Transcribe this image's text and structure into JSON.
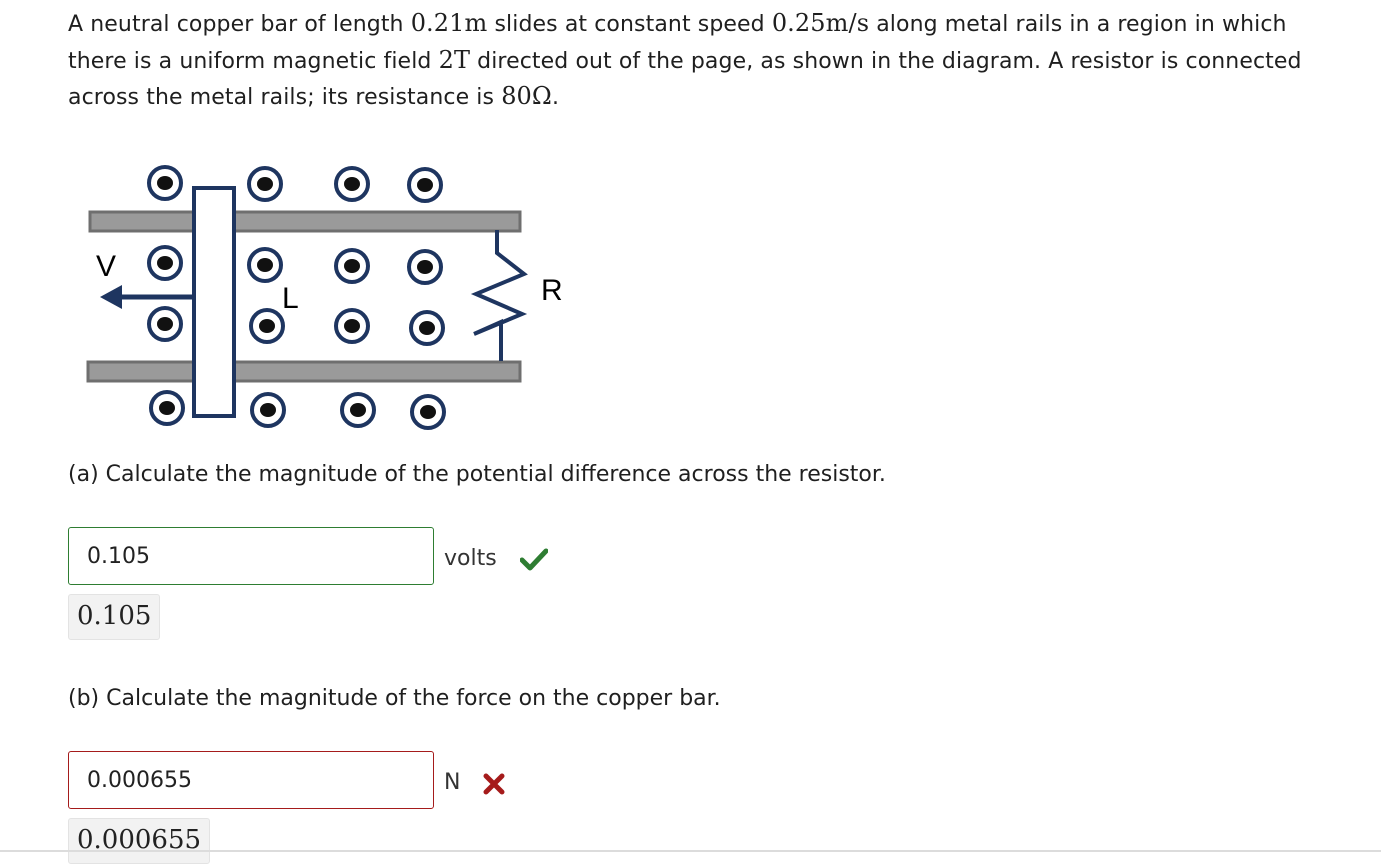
{
  "problem": {
    "t1": "A neutral copper bar of length ",
    "m1": "0.21m",
    "t2": " slides at constant speed ",
    "m2": "0.25m/s",
    "t3": " along metal rails in a region in which there is a uniform magnetic field ",
    "m3": "2T",
    "t4": " directed out of the page, as shown in the diagram. A resistor is connected across the metal rails; its resistance is ",
    "m4": "80Ω",
    "t5": "."
  },
  "diagram": {
    "v_label": "V",
    "l_label": "L",
    "r_label": "R",
    "colors": {
      "rail": "#9a9a9a",
      "navy": "#1e3560",
      "dot": "#111111"
    }
  },
  "part_a": {
    "question": "(a) Calculate the magnitude of the potential difference across the resistor.",
    "input_value": "0.105",
    "unit": "volts",
    "echo": "0.105",
    "status_icon": "check-icon",
    "status_color": "#2e7d32"
  },
  "part_b": {
    "question": "(b) Calculate the magnitude of the force on the copper bar.",
    "input_value": "0.000655",
    "unit": "N",
    "echo": "0.000655",
    "status_icon": "cross-icon",
    "status_color": "#a51b1b"
  }
}
